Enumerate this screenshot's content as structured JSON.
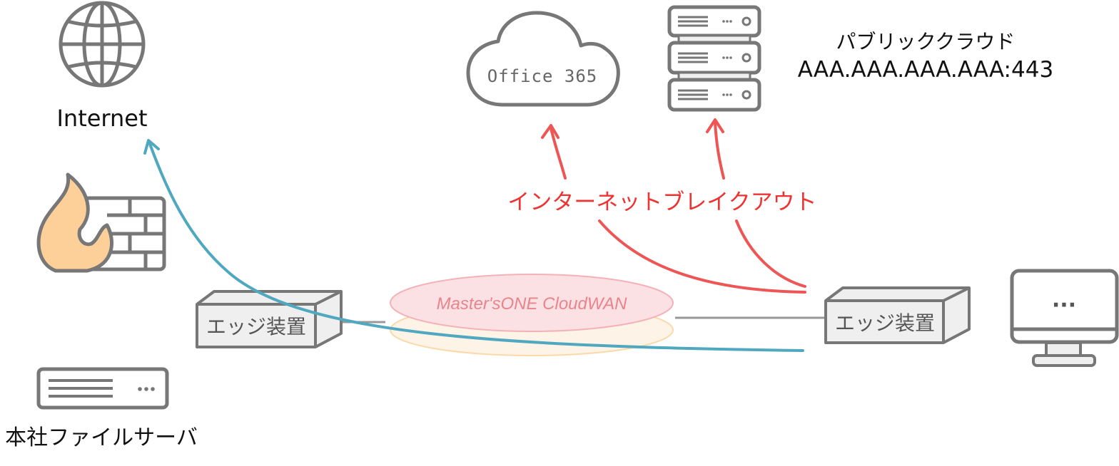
{
  "labels": {
    "internet": "Internet",
    "public_cloud": "パブリッククラウド",
    "public_cloud_address": "AAA.AAA.AAA.AAA:443",
    "internet_breakout": "インターネットブレイクアウト",
    "hq_file_server": "本社ファイルサーバ",
    "edge_device_left": "エッジ装置",
    "edge_device_right": "エッジ装置",
    "cloud_service": "Office 365",
    "wan_name": "Master'sONE CloudWAN",
    "server_dots": "···",
    "monitor_dots": "···"
  },
  "colors": {
    "icon_stroke": "#777777",
    "box_fill": "#efefef",
    "breakout_arrow": "#ee5555",
    "internet_arrow": "#4fa8bf",
    "flame": "#fdd09a",
    "wan_pink": "#f7c9cd",
    "wan_orange": "#fbe3bd",
    "wan_text": "#e8848c"
  }
}
